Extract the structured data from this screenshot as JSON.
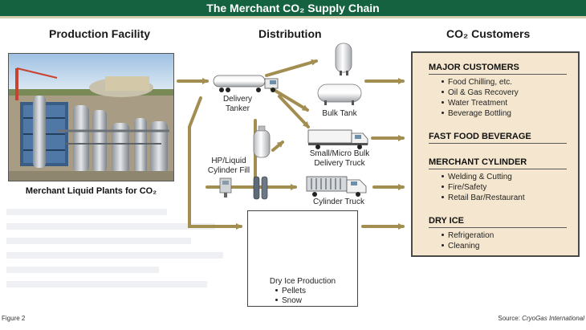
{
  "title": "The Merchant CO₂ Supply Chain",
  "headers": {
    "production": "Production Facility",
    "distribution": "Distribution",
    "customers": "CO₂ Customers"
  },
  "production_caption": "Merchant Liquid Plants for CO₂",
  "distribution_nodes": {
    "delivery_tanker": [
      "Delivery",
      "Tanker"
    ],
    "bulk_tank": "Bulk Tank",
    "cylinder_fill": [
      "HP/Liquid",
      "Cylinder Fill"
    ],
    "micro_bulk": [
      "Small/Micro Bulk",
      "Delivery Truck"
    ],
    "cylinder_truck": "Cylinder Truck",
    "dry_ice": {
      "title": "Dry Ice Production",
      "items": [
        "Pellets",
        "Snow"
      ]
    }
  },
  "customers": {
    "major": {
      "title": "MAJOR CUSTOMERS",
      "items": [
        "Food Chilling, etc.",
        "Oil & Gas Recovery",
        "Water Treatment",
        "Beverage Bottling"
      ]
    },
    "fast_food": {
      "title": "FAST FOOD BEVERAGE"
    },
    "merchant_cylinder": {
      "title": "MERCHANT CYLINDER",
      "items": [
        "Welding & Cutting",
        "Fire/Safety",
        "Retail Bar/Restaurant"
      ]
    },
    "dry_ice": {
      "title": "DRY ICE",
      "items": [
        "Refrigeration",
        "Cleaning"
      ]
    }
  },
  "footer": {
    "figure": "Figure 2",
    "source_prefix": "Source: ",
    "source_name": "CryoGas International"
  },
  "colors": {
    "banner": "#14623f",
    "arrow": "#a38e52",
    "customer_panel": "#f5e7cf"
  }
}
